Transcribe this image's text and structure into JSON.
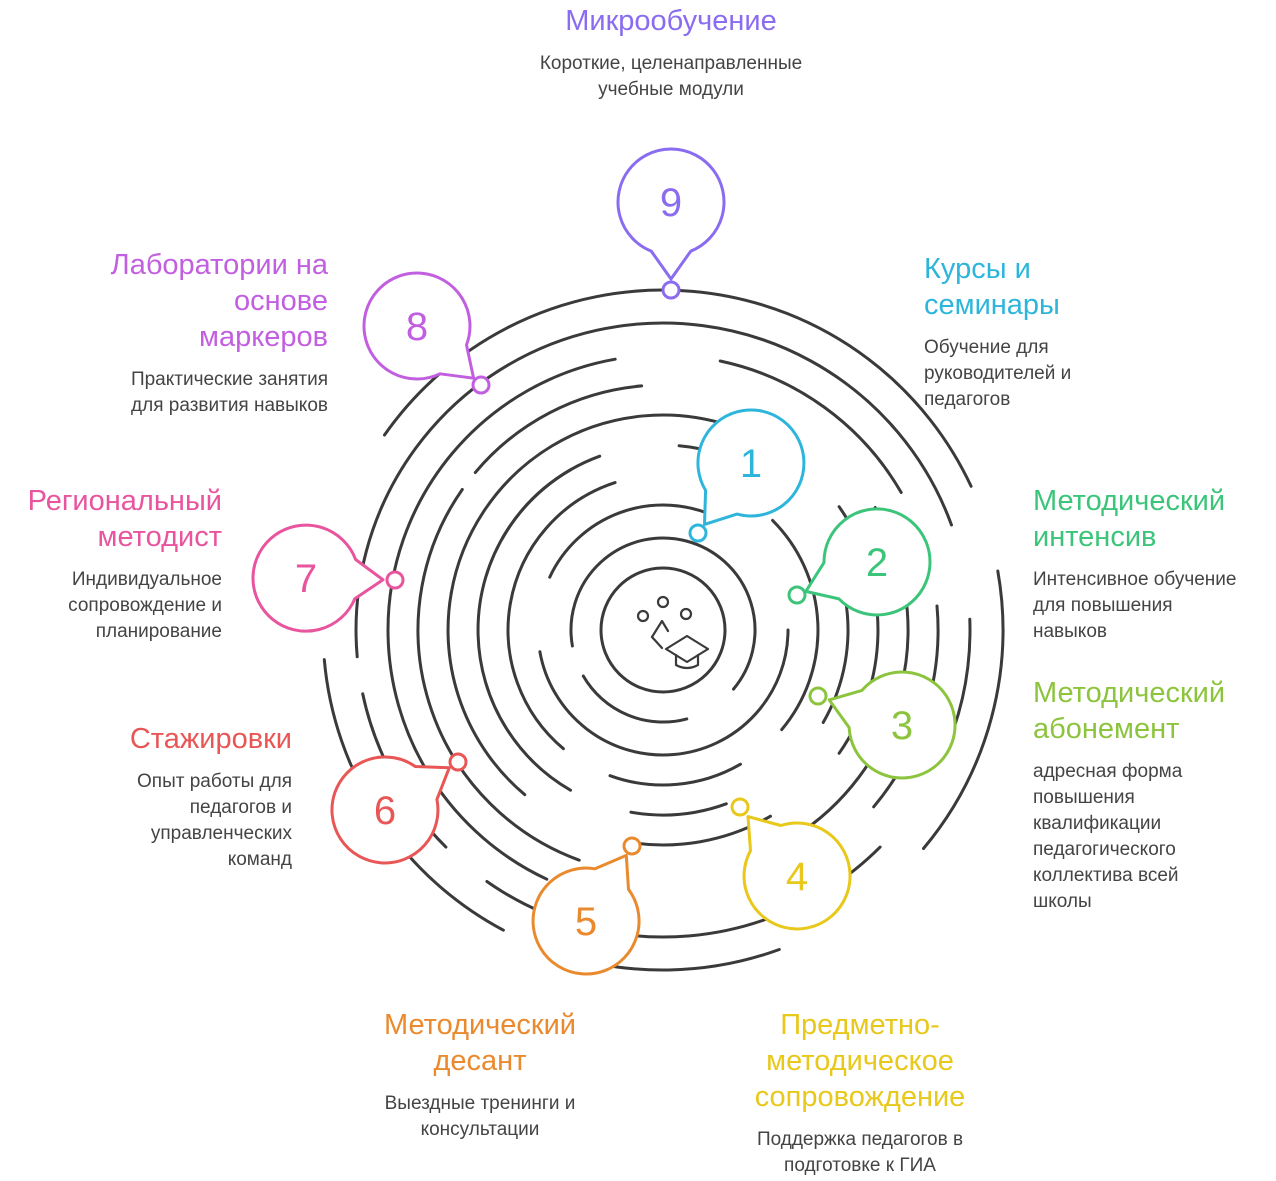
{
  "center": {
    "icon": "graduation-cap-people-icon"
  },
  "items": [
    {
      "num": "1",
      "title": "Курсы и семинары",
      "title_lines": [
        "Курсы и",
        "семинары"
      ],
      "desc_lines": [
        "Обучение для",
        "руководителей и",
        "педагогов"
      ],
      "color": "#2eb5db"
    },
    {
      "num": "2",
      "title": "Методический интенсив",
      "title_lines": [
        "Методический",
        "интенсив"
      ],
      "desc_lines": [
        "Интенсивное обучение",
        "для повышения",
        "навыков"
      ],
      "color": "#3cc57a"
    },
    {
      "num": "3",
      "title": "Методический абонемент",
      "title_lines": [
        "Методический",
        "абонемент"
      ],
      "desc_lines": [
        "адресная форма",
        "повышения",
        "квалификации",
        "педагогического",
        "коллектива всей",
        "школы"
      ],
      "color": "#8cc43e"
    },
    {
      "num": "4",
      "title": "Предметно-методическое сопровождение",
      "title_lines": [
        "Предметно-",
        "методическое",
        "сопровождение"
      ],
      "desc_lines": [
        "Поддержка педагогов в",
        "подготовке к ГИА"
      ],
      "color": "#e8c81a"
    },
    {
      "num": "5",
      "title": "Методический десант",
      "title_lines": [
        "Методический",
        "десант"
      ],
      "desc_lines": [
        "Выездные тренинги и",
        "консультации"
      ],
      "color": "#ea8a2e"
    },
    {
      "num": "6",
      "title": "Стажировки",
      "title_lines": [
        "Стажировки"
      ],
      "desc_lines": [
        "Опыт работы для",
        "педагогов и",
        "управленческих",
        "команд"
      ],
      "color": "#e85656"
    },
    {
      "num": "7",
      "title": "Региональный методист",
      "title_lines": [
        "Региональный",
        "методист"
      ],
      "desc_lines": [
        "Индивидуальное",
        "сопровождение и",
        "планирование"
      ],
      "color": "#e8559e"
    },
    {
      "num": "8",
      "title": "Лаборатории на основе маркеров",
      "title_lines": [
        "Лаборатории на",
        "основе",
        "маркеров"
      ],
      "desc_lines": [
        "Практические занятия",
        "для развития навыков"
      ],
      "color": "#c25fe0"
    },
    {
      "num": "9",
      "title": "Микрообучение",
      "title_lines": [
        "Микрообучение"
      ],
      "desc_lines": [
        "Короткие, целенаправленные",
        "учебные модули"
      ],
      "color": "#8a6cf0"
    }
  ]
}
